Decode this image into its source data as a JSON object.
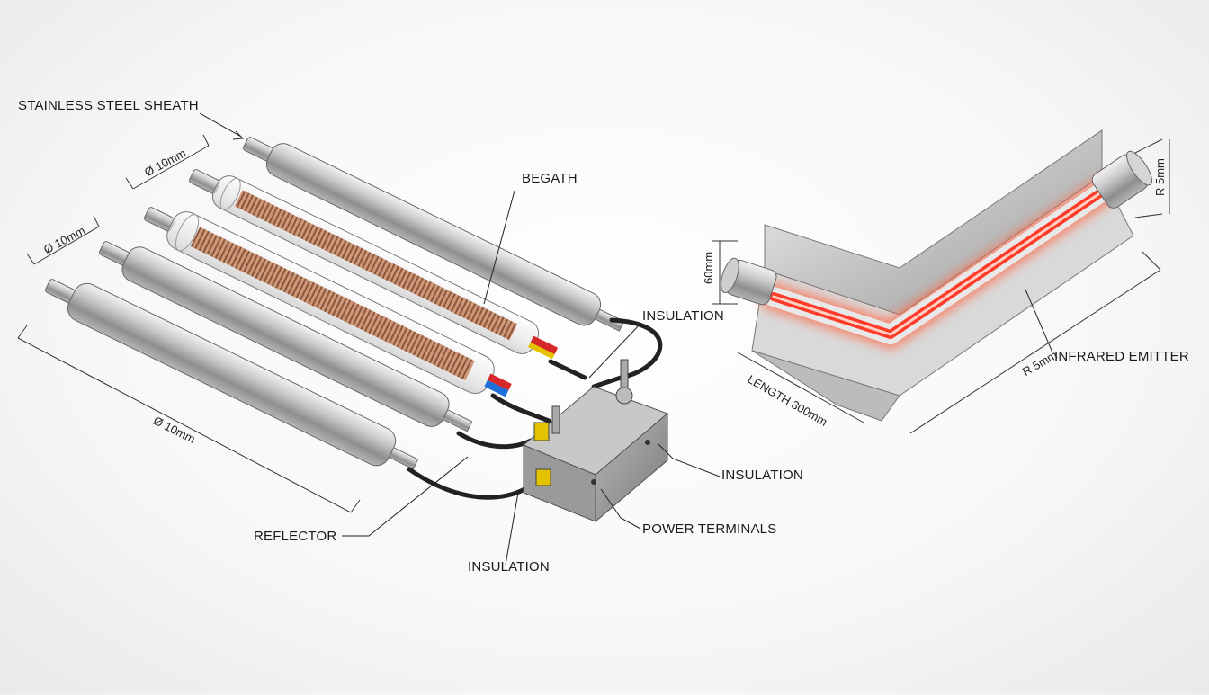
{
  "labels": {
    "stainless_steel_sheath": "STAINLESS STEEL SHEATH",
    "begath": "BEGATH",
    "insulation_top": "INSULATION",
    "insulation_right": "INSULATION",
    "insulation_bottom": "INSULATION",
    "power_terminals": "POWER TERMINALS",
    "reflector": "REFLECTOR",
    "infrared_emitter": "INFRARED EMITTER"
  },
  "dimensions": {
    "dia_top": "Ø 10mm",
    "dia_mid": "Ø 10mm",
    "dia_long": "Ø 10mm",
    "emitter_height": "60mm",
    "emitter_radius_end": "R 5mm",
    "emitter_radius_bend": "R 5mm",
    "emitter_length": "LENGTH 300mm"
  },
  "colors": {
    "steel_light": "#e8e8e8",
    "steel_dark": "#8a8a8a",
    "coil": "#a0522d",
    "emitter_glow": "#ff3b2a",
    "wire": "#222222",
    "terminal_red": "#d62828",
    "terminal_blue": "#1e6fd9",
    "terminal_yellow": "#e5c200"
  }
}
